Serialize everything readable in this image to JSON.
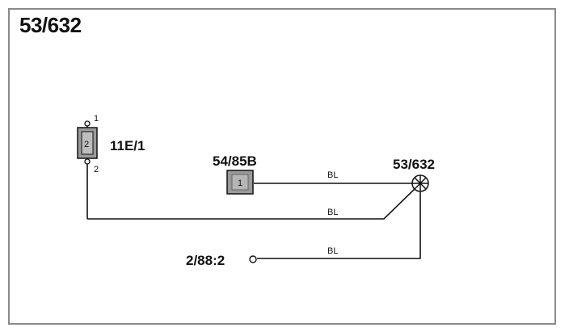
{
  "diagram": {
    "title": "53/632",
    "components": {
      "fuse": {
        "id": "11E/1",
        "box_number": "2",
        "pin_top": "1",
        "pin_bottom": "2"
      },
      "connector": {
        "id": "54/85B",
        "box_number": "1"
      },
      "lamp": {
        "id": "53/632"
      },
      "ground_point": {
        "id": "2/88:2"
      }
    },
    "wires": {
      "top": "BL",
      "middle": "BL",
      "bottom": "BL"
    },
    "colors": {
      "line": "#111111",
      "box_fill": "#9a9a9a",
      "frame": "#8a8a8a"
    }
  }
}
